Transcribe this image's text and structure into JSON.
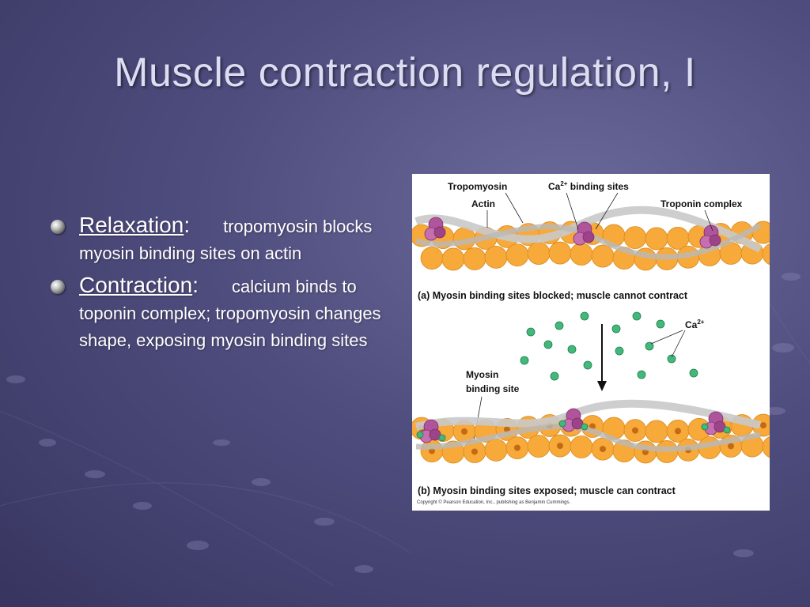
{
  "slide": {
    "title": "Muscle contraction regulation, I",
    "bullets": [
      {
        "term": "Relaxation",
        "colon": ":",
        "text": "tropomyosin blocks myosin binding sites on actin"
      },
      {
        "term": "Contraction",
        "colon": ":",
        "text": "calcium binds to toponin complex; tropomyosin changes shape, exposing myosin binding sites"
      }
    ]
  },
  "figure": {
    "labels": {
      "tropomyosin": "Tropomyosin",
      "actin": "Actin",
      "ca_sites_prefix": "Ca",
      "ca_sites_sup": "2+",
      "ca_sites_suffix": " binding sites",
      "troponin": "Troponin complex",
      "caption_a": "(a) Myosin binding sites blocked; muscle cannot contract",
      "ca_ion": "Ca",
      "ca_ion_sup": "2+",
      "myosin_site_line1": "Myosin",
      "myosin_site_line2": "binding site",
      "caption_b": "(b) Myosin binding sites exposed; muscle can contract",
      "copyright": "Copyright © Pearson Education, Inc., publishing as Benjamin Cummings."
    },
    "colors": {
      "actin": "#f7a93a",
      "troponin": "#b0559b",
      "calcium": "#42b97a",
      "tropomyosin": "#d6d6d6"
    }
  }
}
